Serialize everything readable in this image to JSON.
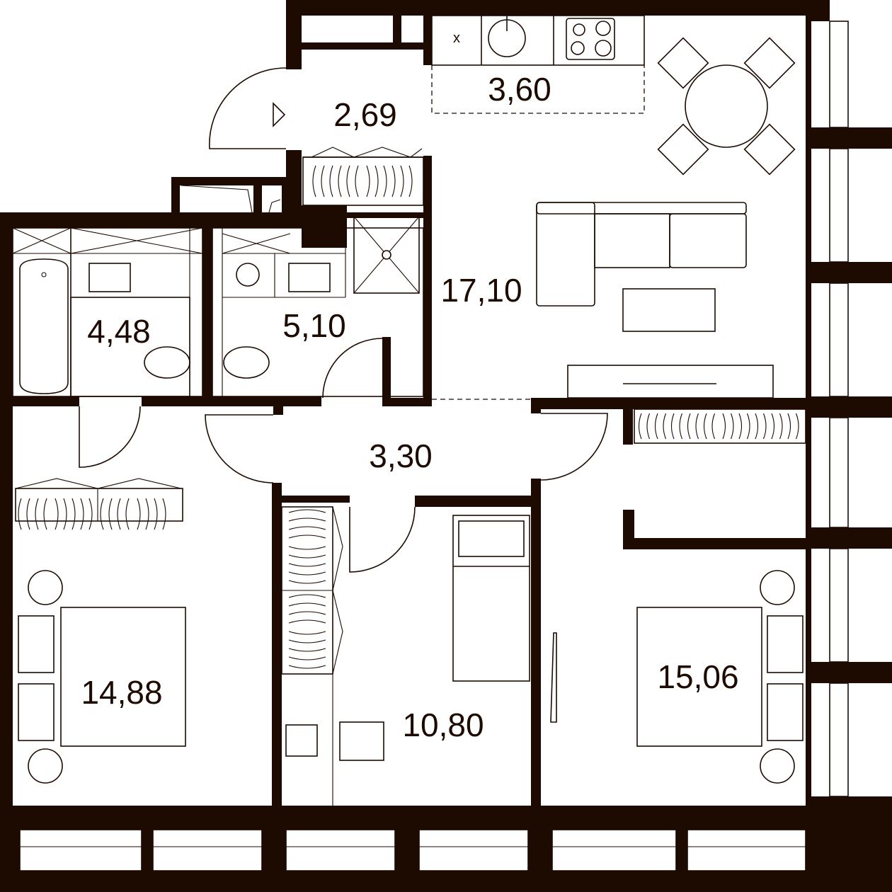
{
  "floor_plan": {
    "rooms": [
      {
        "id": "hallway-entry",
        "area": "2,69"
      },
      {
        "id": "kitchen",
        "area": "3,60"
      },
      {
        "id": "living-room",
        "area": "17,10"
      },
      {
        "id": "bathroom",
        "area": "4,48"
      },
      {
        "id": "shower-room",
        "area": "5,10"
      },
      {
        "id": "corridor",
        "area": "3,30"
      },
      {
        "id": "bedroom-left",
        "area": "14,88"
      },
      {
        "id": "bedroom-middle",
        "area": "10,80"
      },
      {
        "id": "bedroom-right",
        "area": "15,06"
      }
    ],
    "kitchen_mark": "x",
    "colors": {
      "walls": "#1d0a00",
      "background": "#ffffff"
    }
  }
}
